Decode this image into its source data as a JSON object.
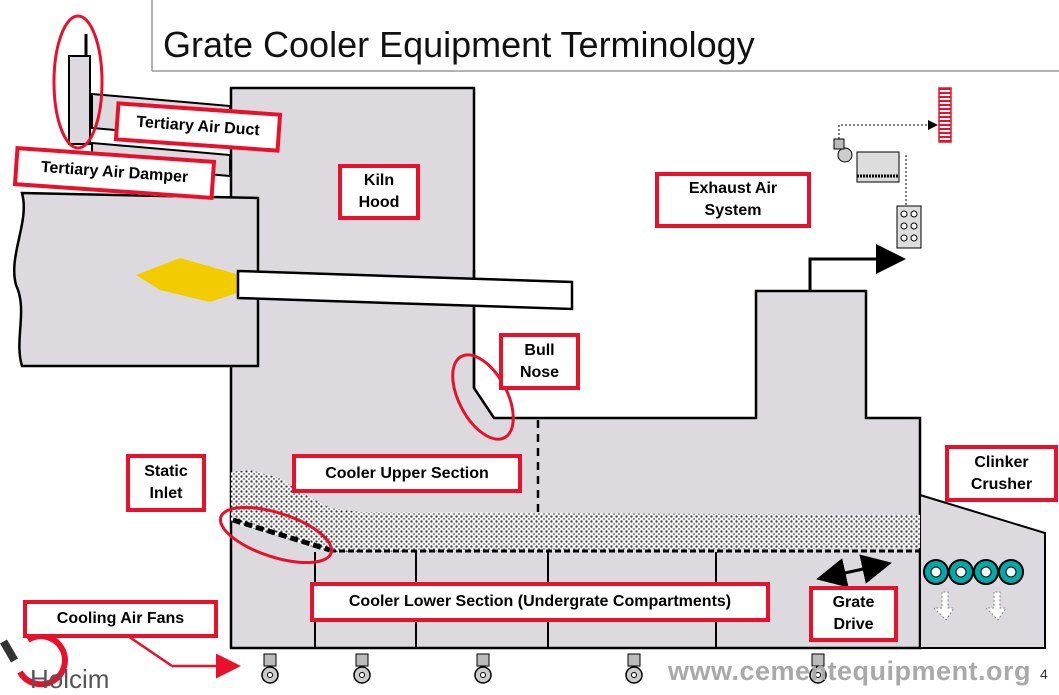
{
  "title": "Grate Cooler Equipment Terminology",
  "labels": {
    "tertiary_air_duct": "Tertiary Air Duct",
    "tertiary_air_damper": "Tertiary Air Damper",
    "kiln_hood": "Kiln\nHood",
    "exhaust_air_system": "Exhaust Air\nSystem",
    "bull_nose": "Bull\nNose",
    "static_inlet": "Static\nInlet",
    "cooler_upper_section": "Cooler Upper Section",
    "clinker_crusher": "Clinker\nCrusher",
    "cooling_air_fans": "Cooling Air Fans",
    "cooler_lower_section": "Cooler Lower Section (Undergrate Compartments)",
    "grate_drive": "Grate\nDrive"
  },
  "footer": {
    "logo_text": "Holcim",
    "watermark": "www.cementequipment.org",
    "page_number": "4"
  },
  "colors": {
    "label_border": "#e8102a",
    "vessel_fill": "#dcdadf",
    "flame": "#f3cc00",
    "logo_red": "#e8102a"
  }
}
